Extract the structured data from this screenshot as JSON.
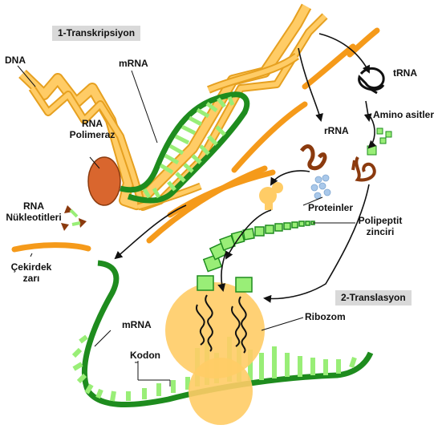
{
  "sections": {
    "transcription": "1-Transkripsiyon",
    "translation": "2-Translasyon"
  },
  "labels": {
    "dna": "DNA",
    "mrna_top": "mRNA",
    "rna_polymerase_line1": "RNA",
    "rna_polymerase_line2": "Polimeraz",
    "trna": "tRNA",
    "amino_acids": "Amino asitler",
    "rrna": "rRNA",
    "proteins": "Proteinler",
    "rna_nucleotides_line1": "RNA",
    "rna_nucleotides_line2": "Nükleotitleri",
    "nuclear_membrane_line1": "Çekirdek",
    "nuclear_membrane_line2": "zarı",
    "polypeptide_line1": "Polipeptit",
    "polypeptide_line2": "zinciri",
    "mrna_bottom": "mRNA",
    "ribosome": "Ribozom",
    "codon": "Kodon"
  },
  "colors": {
    "dna": "#ffcc66",
    "dna_outline": "#e6a020",
    "mrna": "#1e8c1e",
    "nucleotide_bar": "#99ee77",
    "polymerase": "#d9662e",
    "membrane": "#f59a1a",
    "ribosome": "#ffcc66",
    "trna": "#8b3a0e",
    "protein": "#a9c8ea",
    "section_bg": "#d9d9d9"
  }
}
